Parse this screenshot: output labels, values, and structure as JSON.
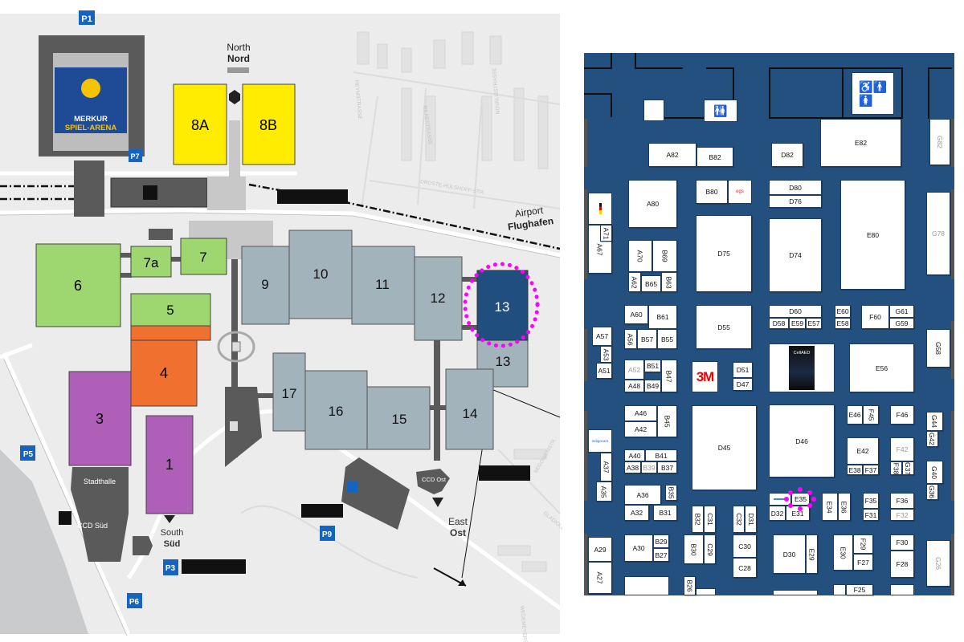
{
  "site_map": {
    "halls": {
      "h8a": "8A",
      "h8b": "8B",
      "h7a": "7a",
      "h7": "7",
      "h6": "6",
      "h5": "5",
      "h4": "4",
      "h3": "3",
      "h1": "1",
      "h9": "9",
      "h10": "10",
      "h11": "11",
      "h12": "12",
      "h13": "13",
      "h13b": "13",
      "h17": "17",
      "h16": "16",
      "h15": "15",
      "h14": "14"
    },
    "arena": {
      "line1": "MERKUR",
      "line2": "SPIEL-ARENA"
    },
    "entrances": {
      "north_en": "North",
      "north_de": "Nord",
      "south_en": "South",
      "south_de": "Süd",
      "east_en": "East",
      "east_de": "Ost",
      "airport_en": "Airport",
      "airport_de": "Flughafen"
    },
    "buildings": {
      "stadthalle": "Stadthalle",
      "ccd_sued": "CCD Süd",
      "ccd_ost": "CCD Ost"
    },
    "parking": {
      "p1": "P1",
      "p3": "P3",
      "p5": "P5",
      "p6": "P6",
      "p7": "P7",
      "p9": "P9"
    },
    "streets": {
      "heym": "HEYMSTRASSE",
      "rilke": "RILKESTRASSE",
      "novalis": "NOVALISSTRASSE",
      "droste": "DROSTE-HÜLSHOFF-STR.",
      "gladiolen": "GLADIOLENSTR.",
      "begonien": "BEGONIENSTR.",
      "wedem": "WEDEMEYERSTR."
    },
    "highlight_color": "#ff00ff",
    "highlight_hall": "13"
  },
  "hall_plan": {
    "booths": [
      "A82",
      "B82",
      "D82",
      "E82",
      "G82",
      "A80",
      "B80",
      "D80",
      "D76",
      "D75",
      "D74",
      "E80",
      "A67",
      "A71",
      "G78",
      "A70",
      "B69",
      "A62",
      "B65",
      "B63",
      "A60",
      "B61",
      "D55",
      "D60",
      "D58",
      "E59",
      "E57",
      "E60",
      "E58",
      "F60",
      "G61",
      "G59",
      "A57",
      "A53",
      "A51",
      "A56",
      "B57",
      "B55",
      "G58",
      "A52",
      "B51",
      "B47",
      "A48",
      "B49",
      "D51",
      "D47",
      "E56",
      "A46",
      "A42",
      "B45",
      "D45",
      "D46",
      "E46",
      "F45",
      "F46",
      "G44",
      "G42",
      "A37",
      "A35",
      "E42",
      "E38",
      "F37",
      "F42",
      "F38",
      "G37",
      "G40",
      "G36",
      "A40",
      "B41",
      "A38",
      "B39",
      "B37",
      "A36",
      "B35",
      "A32",
      "B31",
      "B32",
      "C31",
      "C32",
      "D31",
      "E35",
      "D32",
      "E31",
      "E34",
      "E36",
      "F35",
      "F31",
      "F36",
      "F32",
      "A29",
      "A27",
      "A30",
      "B29",
      "B27",
      "B30",
      "C29",
      "C30",
      "C28",
      "D30",
      "E29",
      "E30",
      "F29",
      "F27",
      "F30",
      "F28",
      "G26",
      "F25",
      "B26"
    ],
    "logos": {
      "egs": "egs",
      "three_m": "3M",
      "cellaed": "CellAED",
      "indigo": "indigocare"
    },
    "highlight_booth": "E35",
    "colors": {
      "floor": "#24507f",
      "highlight": "#ff00ff"
    }
  }
}
